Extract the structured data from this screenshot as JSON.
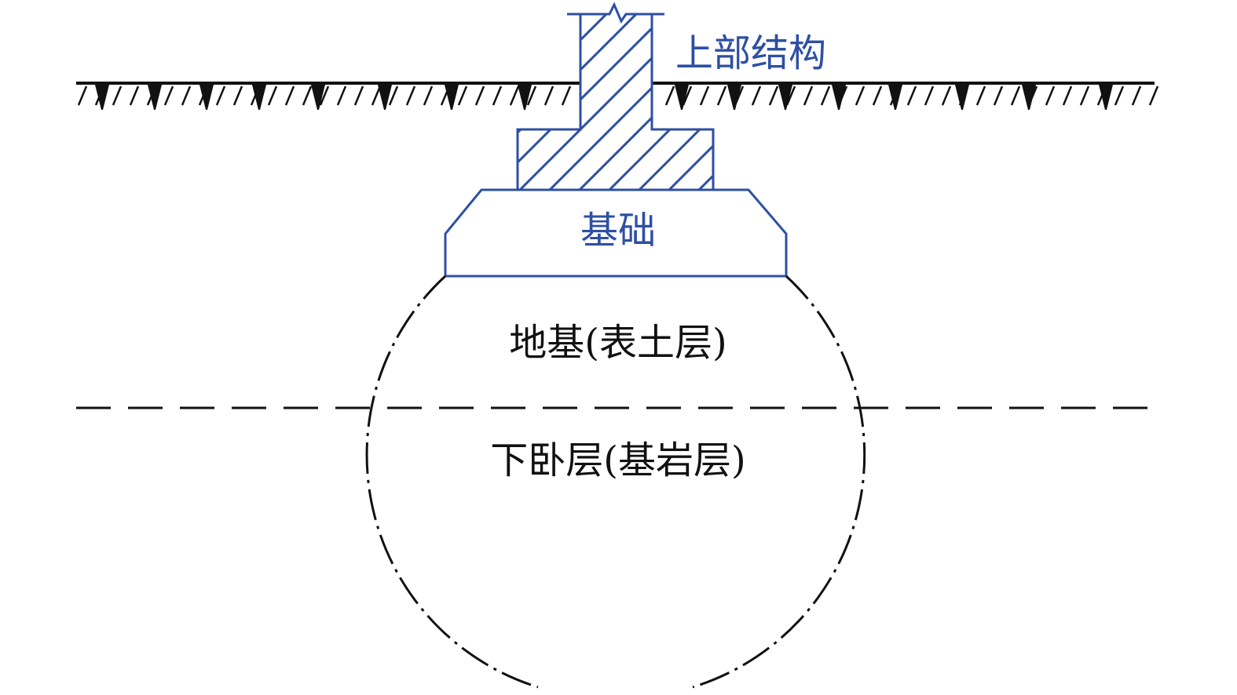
{
  "labels": {
    "superstructure": "上部结构",
    "foundation": "基础",
    "subgrade": "地基(表土层)",
    "underlying": "下卧层(基岩层)"
  },
  "colors": {
    "structure": "#2e4fa3",
    "ground": "#111111"
  }
}
